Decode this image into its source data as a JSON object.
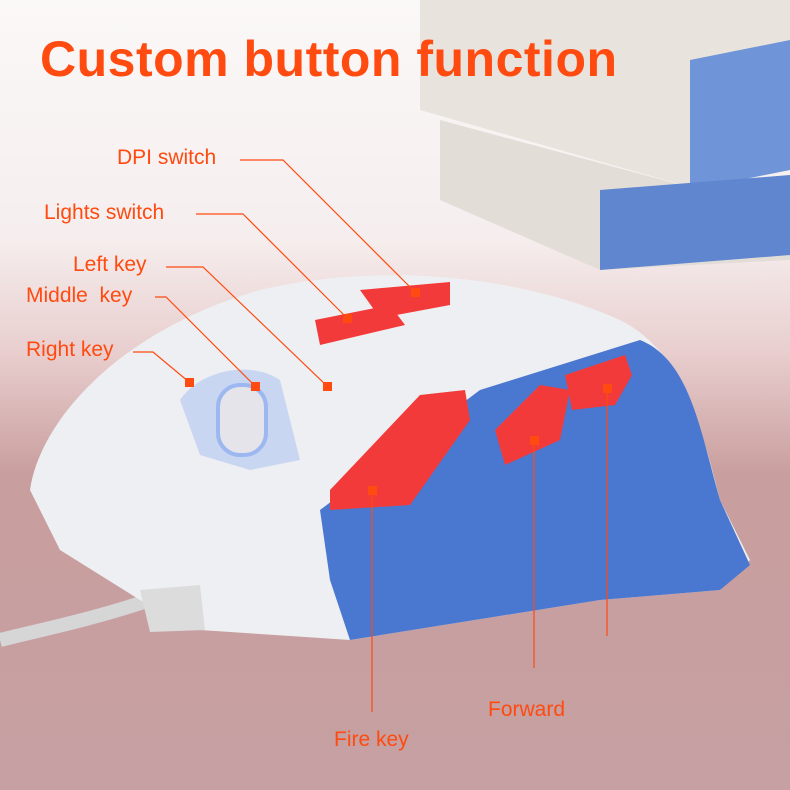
{
  "title": "Custom button function",
  "labels": {
    "dpi_switch": "DPI switch",
    "lights_switch": "Lights switch",
    "left_key": "Left key",
    "middle_key": "Middle  key",
    "right_key": "Right key",
    "fire_key": "Fire key",
    "forward": "Forward"
  },
  "colors": {
    "accent": "#ff4a10",
    "button_red": "#f23a3a",
    "mouse_blue": "#4a78d0",
    "mouse_white": "#eeeff2"
  }
}
